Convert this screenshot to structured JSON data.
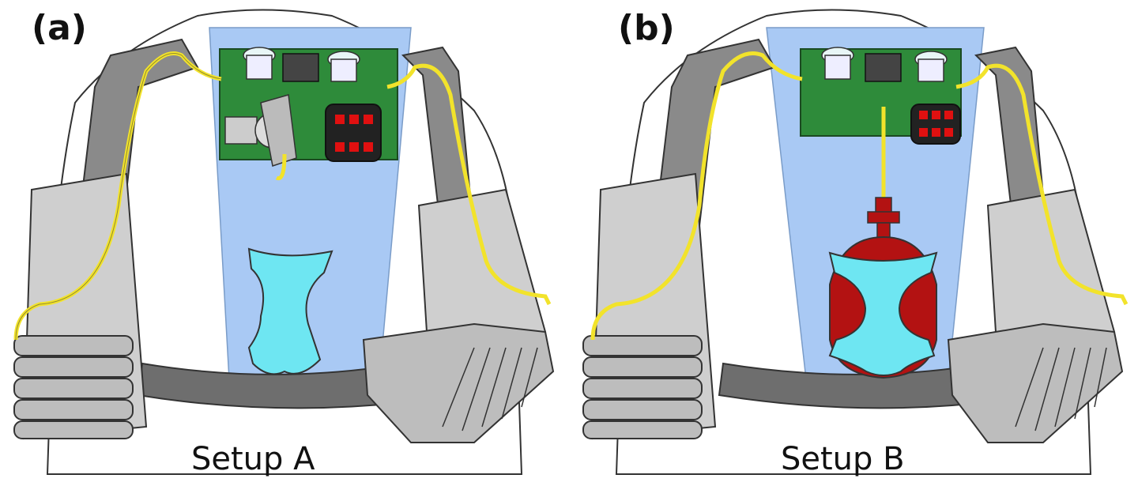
{
  "panels": [
    {
      "label": "(a)",
      "caption": "Setup A",
      "has_gas_canister": false,
      "has_pump_module": true
    },
    {
      "label": "(b)",
      "caption": "Setup B",
      "has_gas_canister": true,
      "has_pump_module": false
    }
  ],
  "colors": {
    "torso_panel": "#a9c9f4",
    "circuit_board": "#2e8b3a",
    "tubing": "#f2e32b",
    "strap": "#6e6e6e",
    "arm_module": "#cfcfcf",
    "holster": "#6ee6f2",
    "canister": "#b31212",
    "led": "#e01010"
  }
}
